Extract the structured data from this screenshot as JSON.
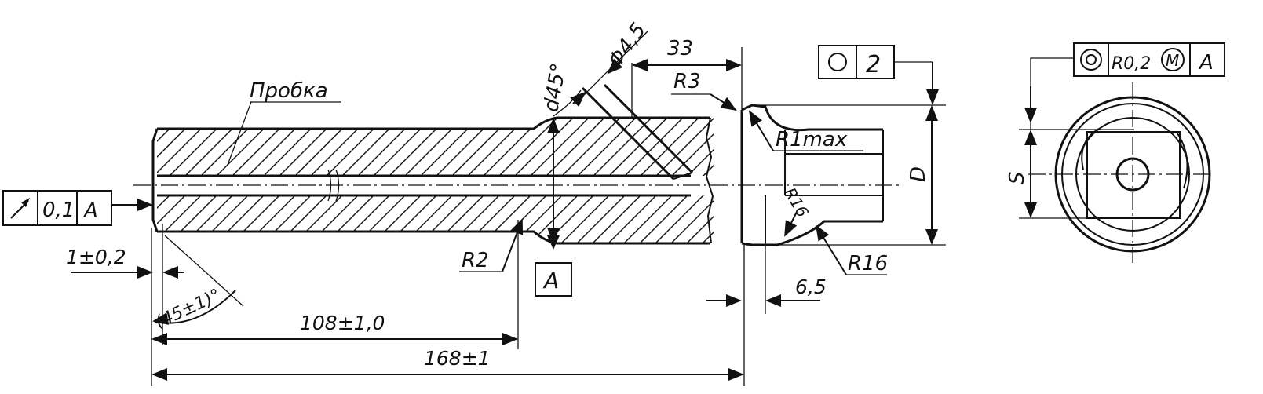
{
  "labels": {
    "probka": "Пробка",
    "angle_d45": "d45°",
    "phi45": "Φ4,5",
    "dim33": "33",
    "r3": "R3",
    "r1max": "R1max",
    "r16_inner": "R16",
    "r16": "R16",
    "r2": "R2",
    "dim_D": "D",
    "dim_S": "S",
    "dim_65": "6,5",
    "dim_1": "1±0,2",
    "angle_45": "(45±1)°",
    "dim_108": "108±1,0",
    "dim_168": "168±1"
  },
  "frames": {
    "runout": {
      "value": "0,1",
      "datum": "A"
    },
    "roundness": {
      "value": "2"
    },
    "concentricity": {
      "value": "R0,2",
      "modifier": "M",
      "datum": "A"
    },
    "datum_label": "A"
  }
}
